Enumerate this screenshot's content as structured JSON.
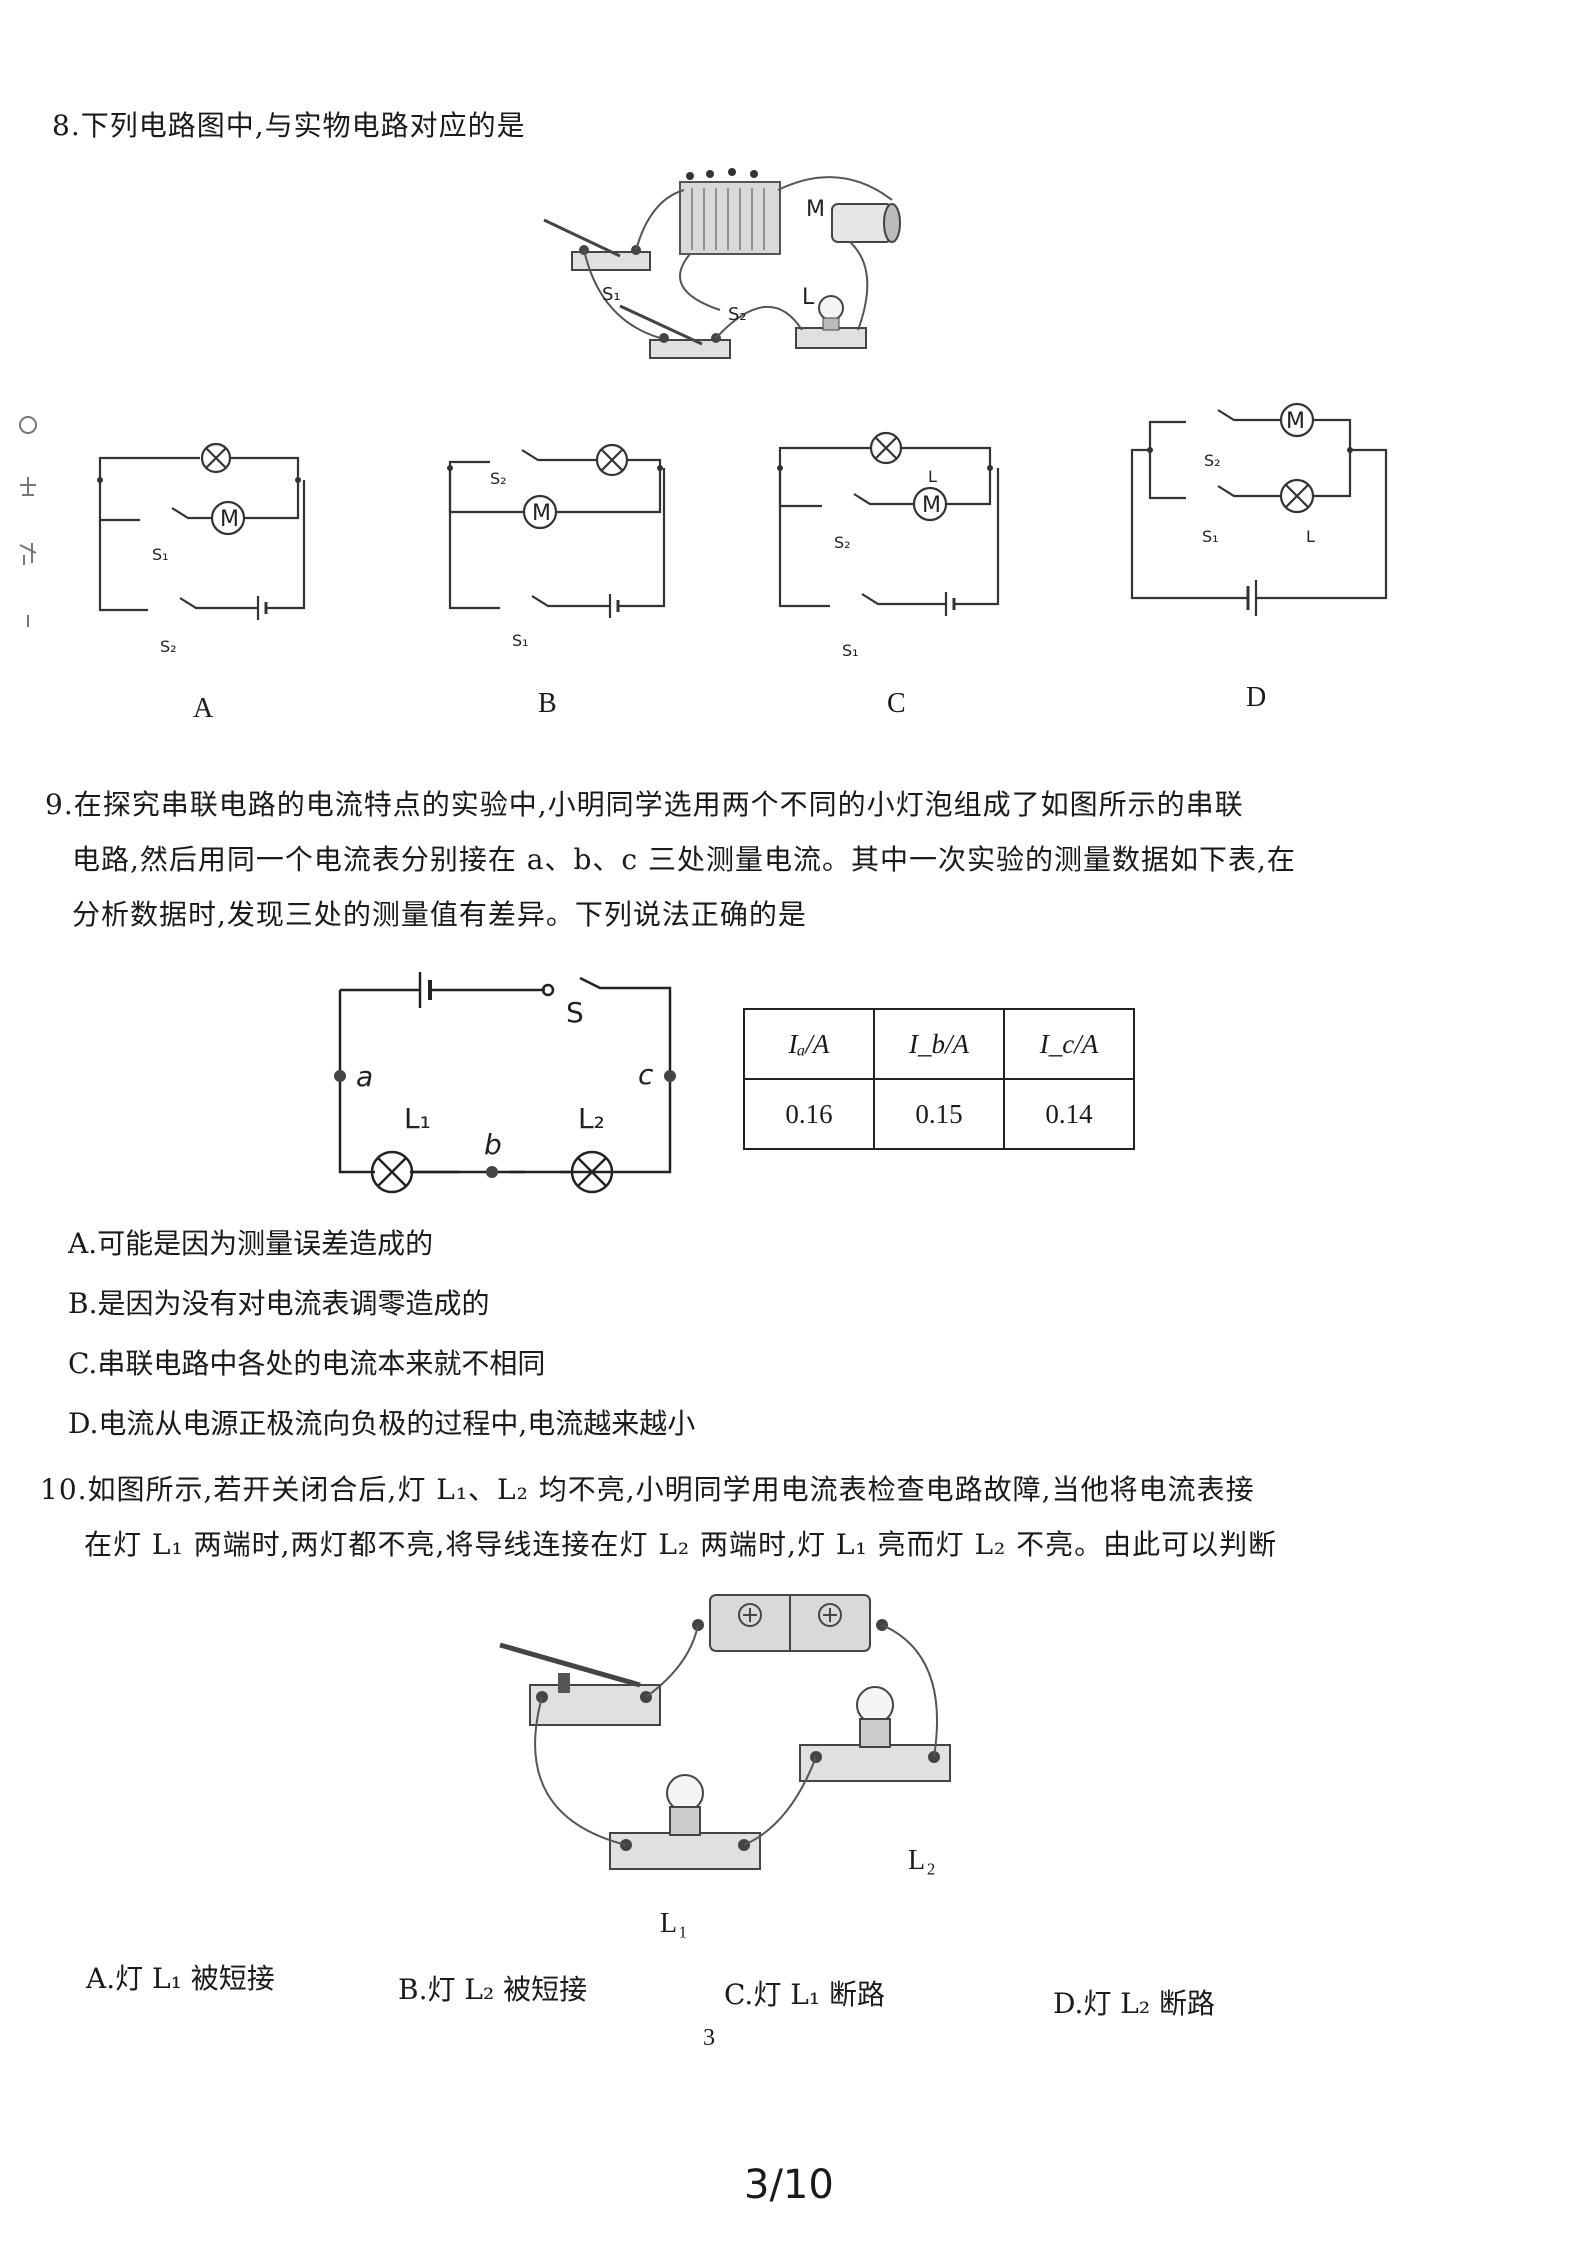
{
  "q8": {
    "stem": "8.下列电路图中,与实物电路对应的是",
    "photo_labels": {
      "m": "M",
      "s1": "S₁",
      "s2": "S₂",
      "l": "L"
    },
    "options": [
      {
        "letter": "A",
        "s_top": "S₁",
        "s_bottom": "S₂",
        "l_label": "",
        "motor": "M"
      },
      {
        "letter": "B",
        "s_top": "S₂",
        "s_bottom": "S₁",
        "l_label": "",
        "motor": "M"
      },
      {
        "letter": "C",
        "s_top": "S₂",
        "s_bottom": "S₁",
        "l_label": "L",
        "motor": "M"
      },
      {
        "letter": "D",
        "s_top": "S₂",
        "s_bottom": "S₁",
        "l_label": "L",
        "motor": "M"
      }
    ]
  },
  "q9": {
    "stem_lines": [
      "9.在探究串联电路的电流特点的实验中,小明同学选用两个不同的小灯泡组成了如图所示的串联",
      "电路,然后用同一个电流表分别接在 a、b、c 三处测量电流。其中一次实验的测量数据如下表,在",
      "分析数据时,发现三处的测量值有差异。下列说法正确的是"
    ],
    "circuit": {
      "switch": "S",
      "a": "a",
      "b": "b",
      "c": "c",
      "l1": "L₁",
      "l2": "L₂"
    },
    "table": {
      "headers": [
        "Iₐ/A",
        "I_b/A",
        "I_c/A"
      ],
      "values": [
        "0.16",
        "0.15",
        "0.14"
      ]
    },
    "options": [
      "A.可能是因为测量误差造成的",
      "B.是因为没有对电流表调零造成的",
      "C.串联电路中各处的电流本来就不相同",
      "D.电流从电源正极流向负极的过程中,电流越来越小"
    ]
  },
  "q10": {
    "stem_lines": [
      "10.如图所示,若开关闭合后,灯 L₁、L₂ 均不亮,小明同学用电流表检查电路故障,当他将电流表接",
      "在灯 L₁ 两端时,两灯都不亮,将导线连接在灯 L₂ 两端时,灯 L₁ 亮而灯 L₂ 不亮。由此可以判断"
    ],
    "photo_labels": {
      "l1": "L₁",
      "l2": "L₂"
    },
    "options": [
      "A.灯 L₁ 被短接",
      "B.灯 L₂ 被短接",
      "C.灯 L₁ 断路",
      "D.灯 L₂ 断路"
    ]
  },
  "page_number": "3",
  "page_indicator": "3/10"
}
